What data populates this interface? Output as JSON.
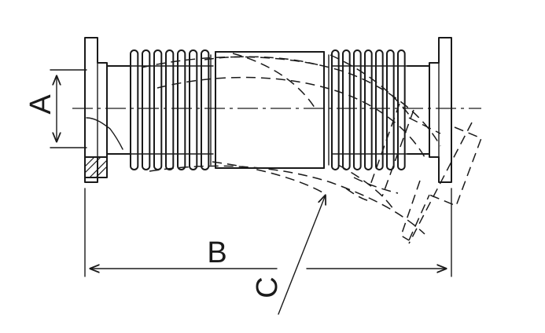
{
  "diagram": {
    "labels": {
      "a": "A",
      "b": "B",
      "c": "C"
    },
    "colors": {
      "line": "#1a1a1a",
      "background": "#ffffff"
    }
  }
}
